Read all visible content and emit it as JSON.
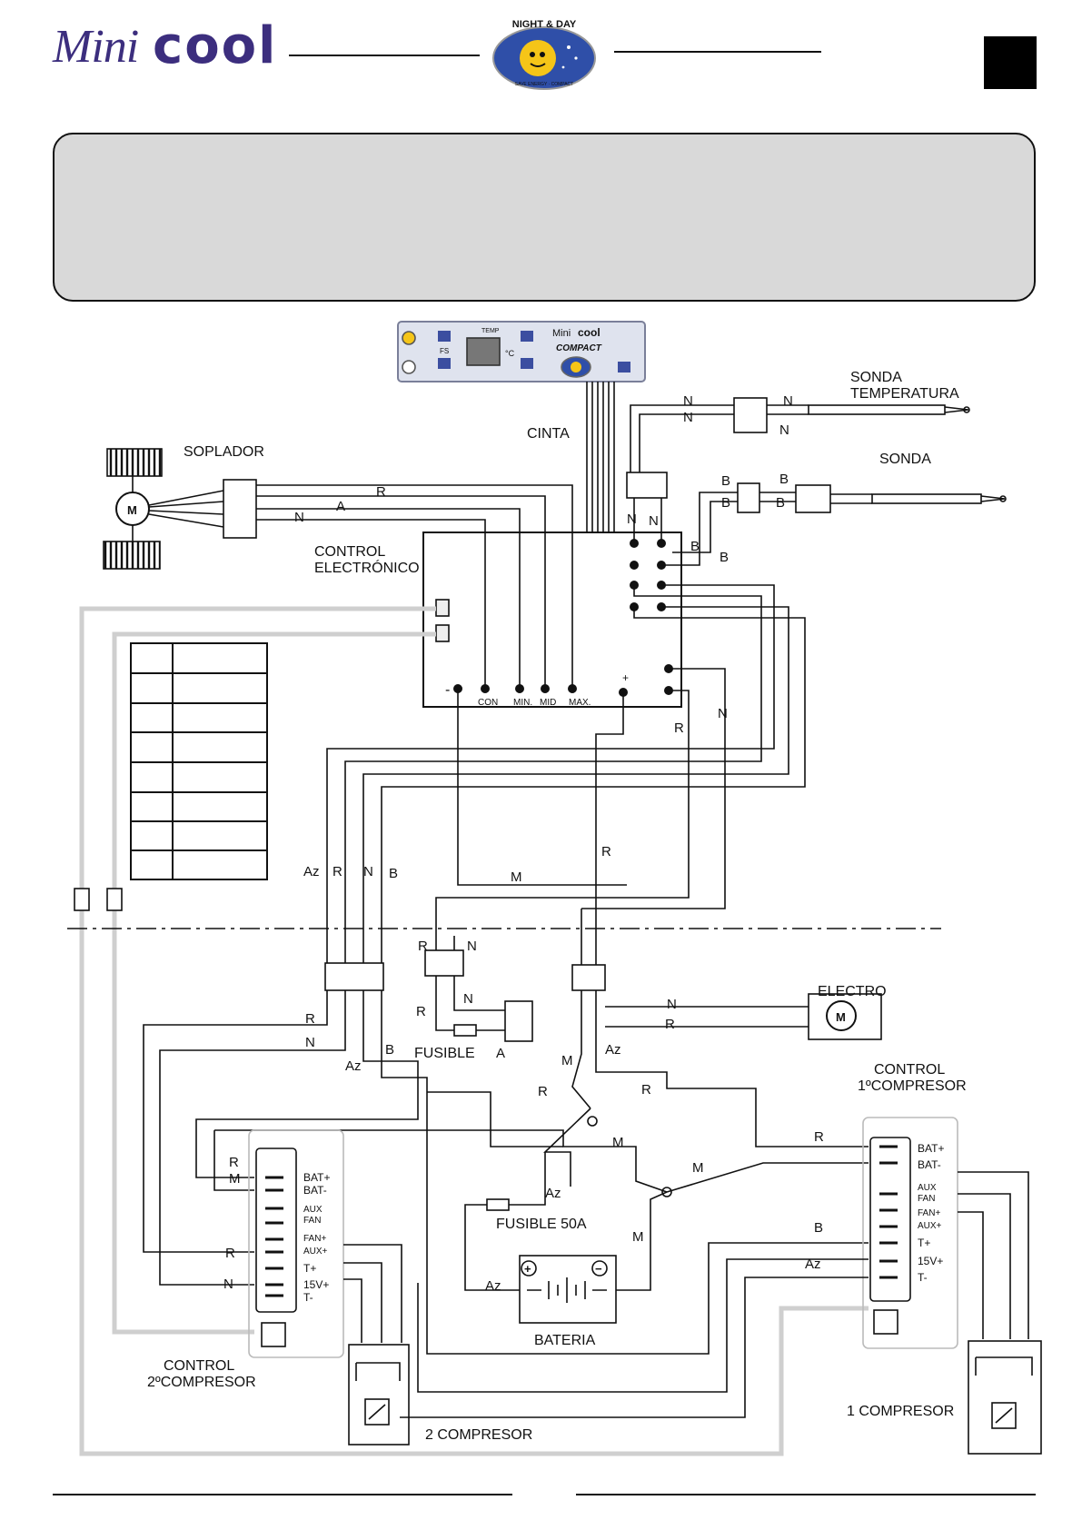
{
  "header": {
    "brand_mini": "Mini",
    "brand_cool": "cool",
    "badge_top": "NIGHT & DAY",
    "badge_bottom": "SAVE ENERGY · COMPACT"
  },
  "panel": {
    "temp": "TEMP",
    "fs": "FS",
    "deg": "°C",
    "brand_mini": "Mini",
    "brand_cool": "cool",
    "model": "COMPACT"
  },
  "labels": {
    "sonda_temperatura_1": "SONDA",
    "sonda_temperatura_2": "TEMPERATURA",
    "sonda": "SONDA",
    "cinta": "CINTA",
    "soplador": "SOPLADOR",
    "control_electronico_1": "CONTROL",
    "control_electronico_2": "ELECTRÓNICO",
    "electro": "ELECTRO",
    "fusible": "FUSIBLE",
    "fusible_50a": "FUSIBLE 50A",
    "bateria": "BATERIA",
    "control_1_comp_1": "CONTROL",
    "control_1_comp_2": "1ºCOMPRESOR",
    "control_2_comp_1": "CONTROL",
    "control_2_comp_2": "2ºCOMPRESOR",
    "compresor_1": "1 COMPRESOR",
    "compresor_2": "2 COMPRESOR",
    "motor": "M"
  },
  "terminals": {
    "minus": "-",
    "con": "CON",
    "min": "MIN.",
    "mid": "MID",
    "max": "MAX.",
    "plus": "+"
  },
  "control_pins": [
    "BAT+",
    "BAT-",
    "AUX",
    "FAN",
    "FAN+",
    "AUX+",
    "T+",
    "15V+",
    "T-"
  ],
  "wires": {
    "N": "N",
    "R": "R",
    "A": "A",
    "B": "B",
    "M": "M",
    "Az": "Az"
  },
  "battery": {
    "plus": "+",
    "minus": "−"
  }
}
